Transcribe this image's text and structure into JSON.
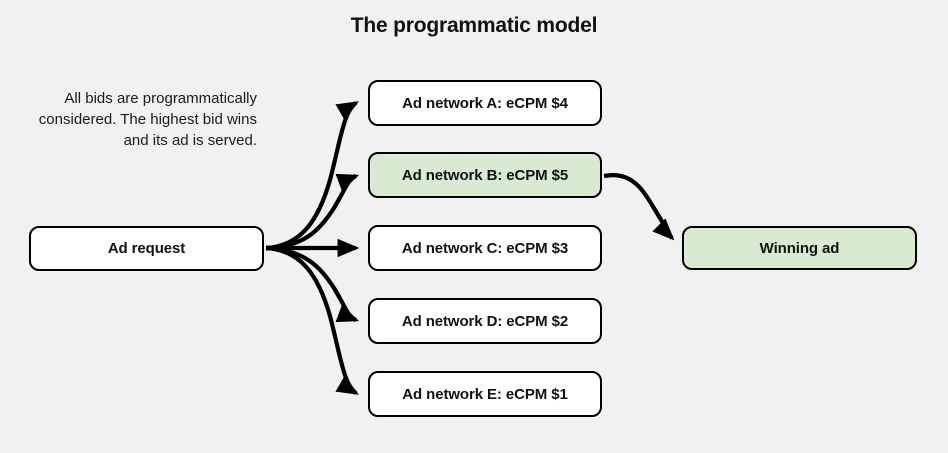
{
  "title": "The programmatic model",
  "description": "All bids are programmatically considered. The highest bid wins and its ad is served.",
  "colors": {
    "background": "#f1f1f1",
    "node_fill": "#ffffff",
    "highlight_fill": "#d9ead3",
    "stroke": "#000000",
    "text": "#111111"
  },
  "nodes": {
    "request": {
      "label": "Ad request"
    },
    "networks": [
      {
        "label": "Ad network A: eCPM $4",
        "name": "Ad network A",
        "ecpm": "$4",
        "highlighted": false
      },
      {
        "label": "Ad network B: eCPM $5",
        "name": "Ad network B",
        "ecpm": "$5",
        "highlighted": true
      },
      {
        "label": "Ad network C: eCPM $3",
        "name": "Ad network C",
        "ecpm": "$3",
        "highlighted": false
      },
      {
        "label": "Ad network D: eCPM $2",
        "name": "Ad network D",
        "ecpm": "$2",
        "highlighted": false
      },
      {
        "label": "Ad network E: eCPM $1",
        "name": "Ad network E",
        "ecpm": "$1",
        "highlighted": false
      }
    ],
    "winner": {
      "label": "Winning ad"
    }
  },
  "edges": [
    {
      "from": "Ad request",
      "to": "Ad network A: eCPM $4"
    },
    {
      "from": "Ad request",
      "to": "Ad network B: eCPM $5"
    },
    {
      "from": "Ad request",
      "to": "Ad network C: eCPM $3"
    },
    {
      "from": "Ad request",
      "to": "Ad network D: eCPM $2"
    },
    {
      "from": "Ad request",
      "to": "Ad network E: eCPM $1"
    },
    {
      "from": "Ad network B: eCPM $5",
      "to": "Winning ad"
    }
  ]
}
